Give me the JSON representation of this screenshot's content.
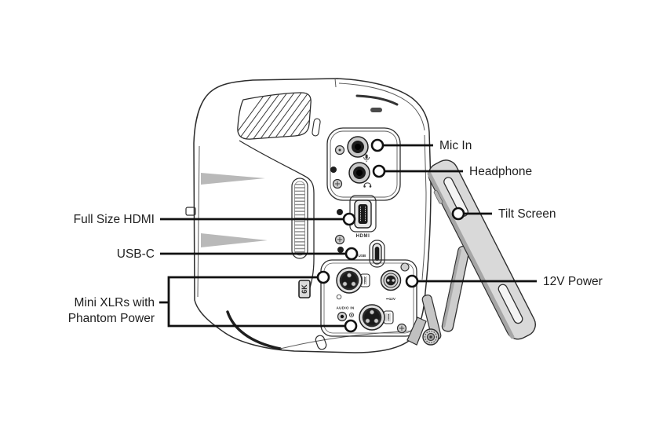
{
  "diagram_type": "camera-port-callout-diagram",
  "labels": {
    "mic_in": "Mic In",
    "headphone": "Headphone",
    "tilt_screen": "Tilt Screen",
    "power_12v": "12V Power",
    "full_size_hdmi": "Full Size HDMI",
    "usb_c": "USB-C",
    "mini_xlrs_line1": "Mini XLRs with",
    "mini_xlrs_line2": "Phantom Power"
  },
  "port_markings": {
    "hdmi": "HDMI",
    "usb": "USB",
    "audio_in": "AUDIO IN",
    "power": "⎓12V",
    "xlr_latch": "PUSH",
    "badge": "6K"
  },
  "colors": {
    "background": "#ffffff",
    "body_fill": "#d9d9d9",
    "recess_fill": "#d4d4d4",
    "outline": "#2d2d2d",
    "callout_line": "#111111",
    "label_text": "#1f1f1f",
    "shade": "#b9b9b9",
    "edge_shade": "#a6a6a6"
  }
}
